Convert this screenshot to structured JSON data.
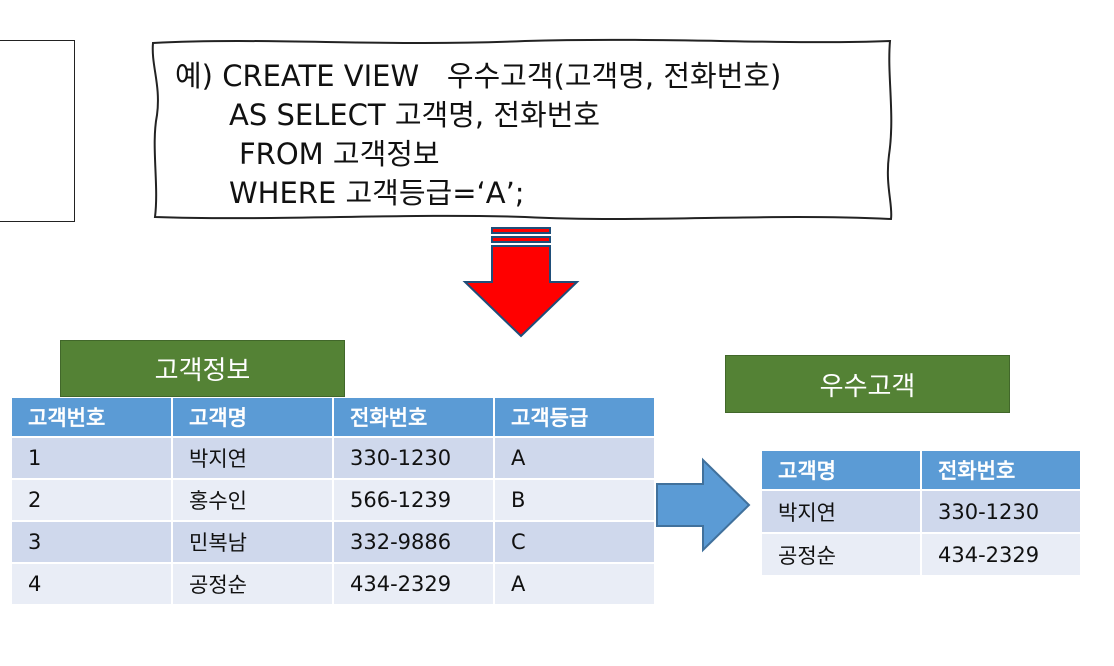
{
  "sql": {
    "line1": "예) CREATE VIEW   우수고객(고객명, 전화번호)",
    "line2": "AS SELECT 고객명, 전화번호",
    "line3": "FROM 고객정보",
    "line4": "WHERE 고객등급=‘A’;"
  },
  "source_table": {
    "title": "고객정보",
    "headers": [
      "고객번호",
      "고객명",
      "전화번호",
      "고객등급"
    ],
    "rows": [
      [
        "1",
        "박지연",
        "330-1230",
        "A"
      ],
      [
        "2",
        "홍수인",
        "566-1239",
        "B"
      ],
      [
        "3",
        "민복남",
        "332-9886",
        "C"
      ],
      [
        "4",
        "공정순",
        "434-2329",
        "A"
      ]
    ]
  },
  "view_table": {
    "title": "우수고객",
    "headers": [
      "고객명",
      "전화번호"
    ],
    "rows": [
      [
        "박지연",
        "330-1230"
      ],
      [
        "공정순",
        "434-2329"
      ]
    ]
  },
  "colors": {
    "label_green": "#548235",
    "header_blue": "#5b9bd5",
    "row_dark": "#cfd8ec",
    "row_light": "#e9edf6",
    "arrow_red": "#ff0000",
    "arrow_blue": "#5b9bd5"
  }
}
